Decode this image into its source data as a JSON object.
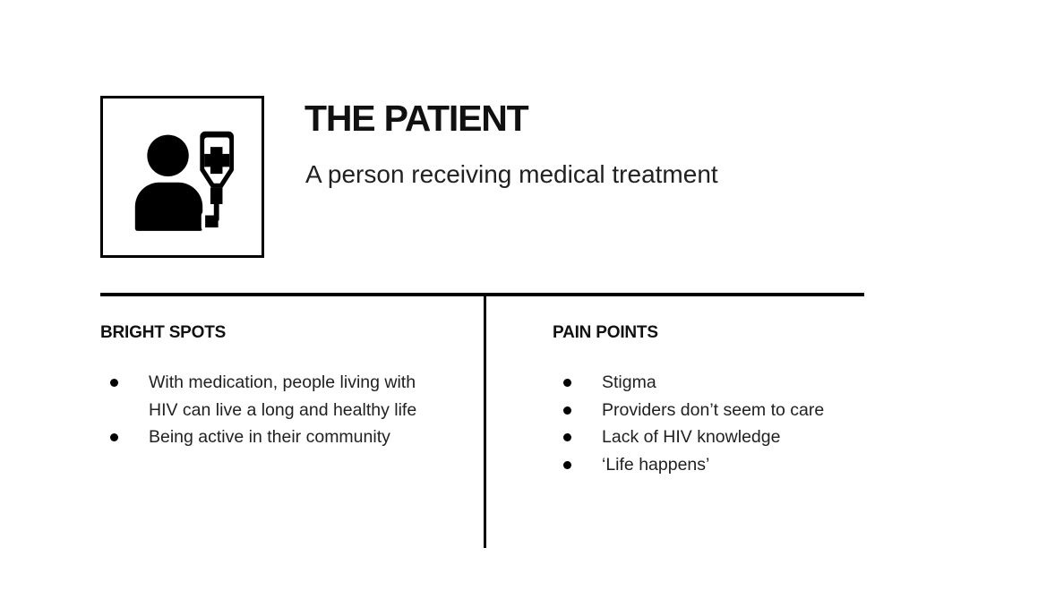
{
  "header": {
    "title": "THE PATIENT",
    "subtitle": "A person receiving medical treatment",
    "icon": "patient-with-iv-drip-icon"
  },
  "sections": {
    "bright_spots": {
      "heading": "BRIGHT SPOTS",
      "items": [
        "With medication, people living with HIV can live a long and healthy life",
        "Being active in their community"
      ]
    },
    "pain_points": {
      "heading": "PAIN POINTS",
      "items": [
        "Stigma",
        "Providers don’t seem to care",
        "Lack of HIV knowledge",
        "‘Life happens’"
      ]
    }
  },
  "colors": {
    "ink": "#000000",
    "body_text": "#212121",
    "background": "#ffffff"
  }
}
